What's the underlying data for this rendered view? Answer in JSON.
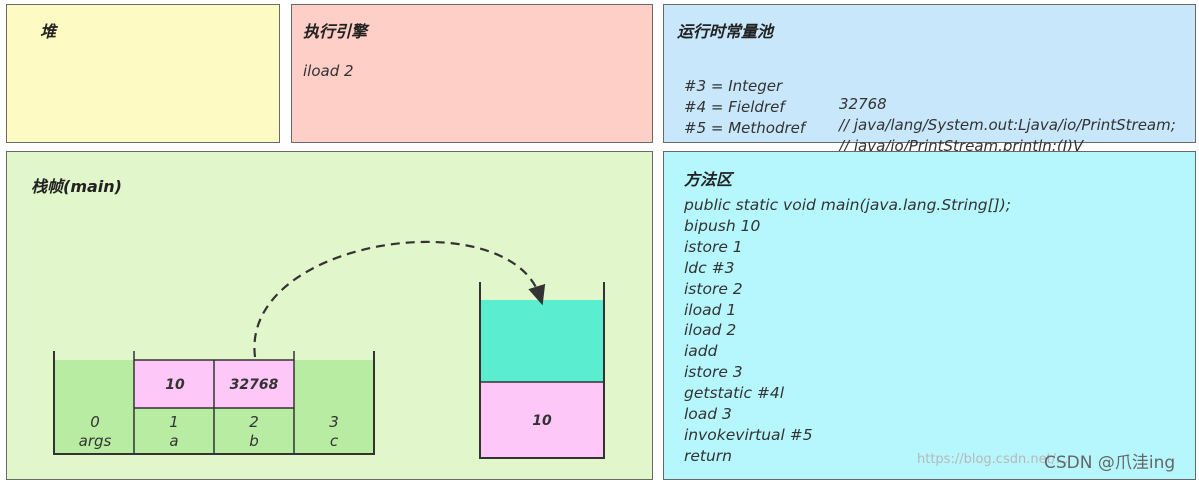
{
  "heap": {
    "title": "堆"
  },
  "engine": {
    "title": "执行引擎",
    "instruction": "iload 2"
  },
  "constant_pool": {
    "title": "运行时常量池",
    "rows": [
      {
        "ref": "#3 = Integer",
        "value": "32768"
      },
      {
        "ref": "#4 = Fieldref",
        "value": "// java/lang/System.out:Ljava/io/PrintStream;"
      },
      {
        "ref": "#5 = Methodref",
        "value": "// java/io/PrintStream.println:(I)V"
      }
    ]
  },
  "stack_frame": {
    "title": "栈帧(main)",
    "local_vars": [
      {
        "index": "0",
        "name": "args",
        "value": ""
      },
      {
        "index": "1",
        "name": "a",
        "value": "10"
      },
      {
        "index": "2",
        "name": "b",
        "value": "32768"
      },
      {
        "index": "3",
        "name": "c",
        "value": ""
      }
    ],
    "operand_stack": {
      "value": "10"
    }
  },
  "method_area": {
    "title": "方法区",
    "lines": [
      "public static void main(java.lang.String[]);",
      "bipush 10",
      "istore 1",
      "ldc #3",
      "istore 2",
      "iload 1",
      "iload 2",
      "iadd",
      "istore 3",
      "getstatic #4l",
      "load 3",
      "invokevirtual #5",
      "return"
    ]
  },
  "watermark": {
    "url": "https://blog.csdn.net/...",
    "author": "CSDN @爪洼ing"
  },
  "colors": {
    "heap": "#fdfac3",
    "engine": "#fdcfc7",
    "pool": "#c8e7fb",
    "frame": "#e2f6cb",
    "method": "#b6f7fd",
    "slot_green": "#b7eca2",
    "slot_pink": "#fdc8f7",
    "stack_teal": "#5aedd0"
  }
}
